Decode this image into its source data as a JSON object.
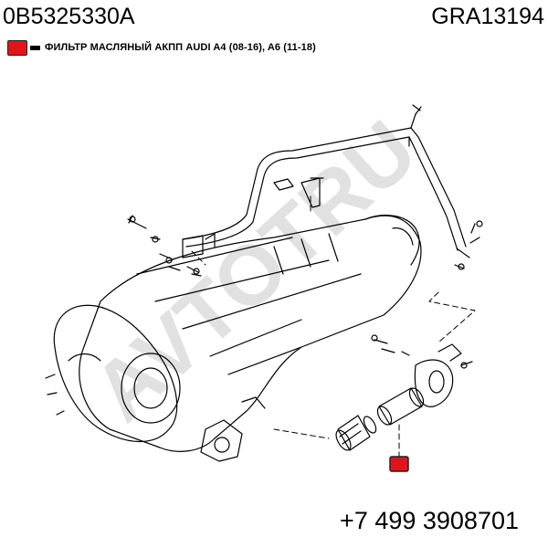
{
  "header": {
    "part_number_left": "0B5325330A",
    "part_number_right": "GRA13194"
  },
  "legend": {
    "caption": "ФИЛЬТР МАСЛЯНЫЙ АКПП AUDI A4 (08-16), A6 (11-18)",
    "marker_color": "#e0151b"
  },
  "diagram": {
    "watermark_text": "AVTOTRU",
    "watermark_color": "#dedede",
    "highlight_color": "#e0151b"
  },
  "footer": {
    "phone": "+7 499 3908701"
  }
}
